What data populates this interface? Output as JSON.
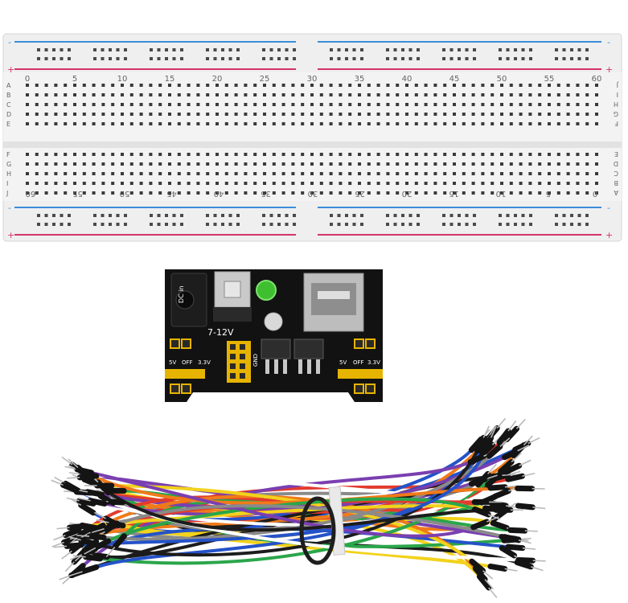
{
  "breadboard": {
    "column_numbers_top": [
      "0",
      "5",
      "10",
      "15",
      "20",
      "25",
      "30",
      "35",
      "40",
      "45",
      "50",
      "55",
      "60"
    ],
    "column_numbers_bottom": [
      "0",
      "5",
      "10",
      "15",
      "20",
      "25",
      "30",
      "35",
      "40",
      "45",
      "50",
      "55",
      "60"
    ],
    "row_letters_top": [
      "A",
      "B",
      "C",
      "D",
      "E"
    ],
    "row_letters_bottom": [
      "F",
      "G",
      "H",
      "I",
      "J"
    ],
    "rail_plus": "+",
    "rail_minus": "-",
    "rail_blue_color": "#3a8ddb",
    "rail_red_color": "#d4336a",
    "board_color": "#efefef"
  },
  "power_module": {
    "dc_in_label": "DC in",
    "voltage_label": "7-12V",
    "jumper_left_labels": [
      "5V",
      "OFF",
      "3.3V"
    ],
    "jumper_right_labels": [
      "5V",
      "OFF",
      "3.3V"
    ],
    "gnd_label": "GND",
    "led_color": "#3fbf2f",
    "pcb_color": "#121212"
  },
  "jumper_wires": {
    "colors": [
      "#1c1c1c",
      "#e23b2e",
      "#f07a1a",
      "#f2d21b",
      "#2aa64a",
      "#2452c9",
      "#ffffff",
      "#7a3fb0",
      "#8a8a8a"
    ]
  }
}
